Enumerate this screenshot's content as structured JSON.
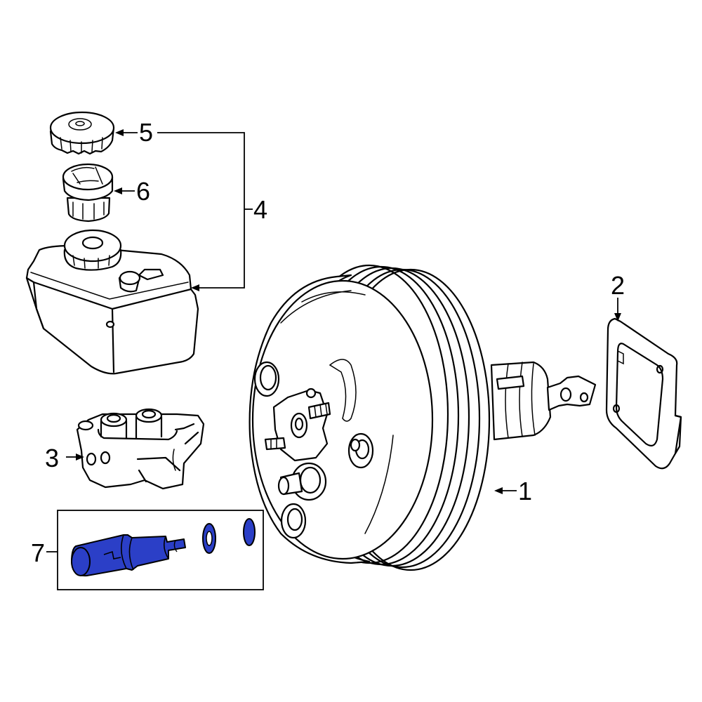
{
  "colors": {
    "line": "#000000",
    "background": "#ffffff",
    "highlight": "#2b3fc7"
  },
  "callouts": {
    "c1": "1",
    "c2": "2",
    "c3": "3",
    "c4": "4",
    "c5": "5",
    "c6": "6",
    "c7": "7"
  }
}
